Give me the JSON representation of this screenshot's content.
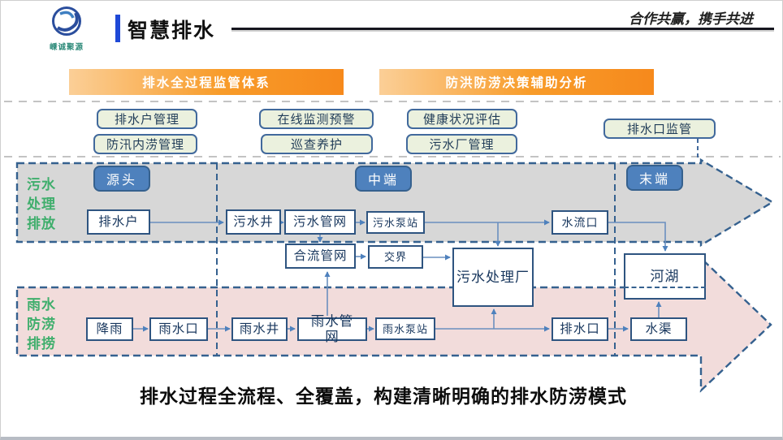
{
  "header": {
    "logo_text": "嵊诚聚源",
    "title": "智慧排水",
    "slogan": "合作共赢，携手共进"
  },
  "banners": {
    "left": "排水全过程监管体系",
    "right": "防洪防涝决策辅助分析"
  },
  "mgmt": {
    "drain_user_mgmt": "排水户管理",
    "flood_mgmt": "防汛内涝管理",
    "online_monitor": "在线监测预警",
    "inspection": "巡查养护",
    "health_eval": "健康状况评估",
    "plant_mgmt": "污水厂管理",
    "outlet_mgmt": "排水口监管"
  },
  "stages": {
    "source": "源头",
    "middle": "中端",
    "end": "末端"
  },
  "lanes": {
    "sewage": {
      "label_lines": [
        "污水",
        "处理",
        "排放"
      ]
    },
    "rain": {
      "label_lines": [
        "雨水",
        "防涝",
        "排捞"
      ]
    }
  },
  "nodes": {
    "drain_user": "排水户",
    "sewage_well": "污水井",
    "sewage_network": "污水管网",
    "sewage_pump": "污水泵站",
    "outfall": "水流口",
    "combined_network": "合流管网",
    "junction": "交界",
    "sewage_plant": "污水处理厂",
    "river_lake": "河湖",
    "rainfall": "降雨",
    "rain_inlet": "雨水口",
    "rain_well": "雨水井",
    "rain_network": "雨水管网",
    "rain_pump": "雨水泵站",
    "discharge_outlet": "排水口",
    "channel": "水渠"
  },
  "caption": "排水过程全流程、全覆盖，构建清晰明确的排水防涝模式",
  "colors": {
    "accent_orange": "#F6891C",
    "band_gray": "#D7D7D7",
    "band_pink": "#F2DCDB",
    "stage_blue": "#4E81BD",
    "node_border_blue": "#2E5480",
    "dashed_blue": "#35618F",
    "green_label": "#3FAE6C"
  }
}
